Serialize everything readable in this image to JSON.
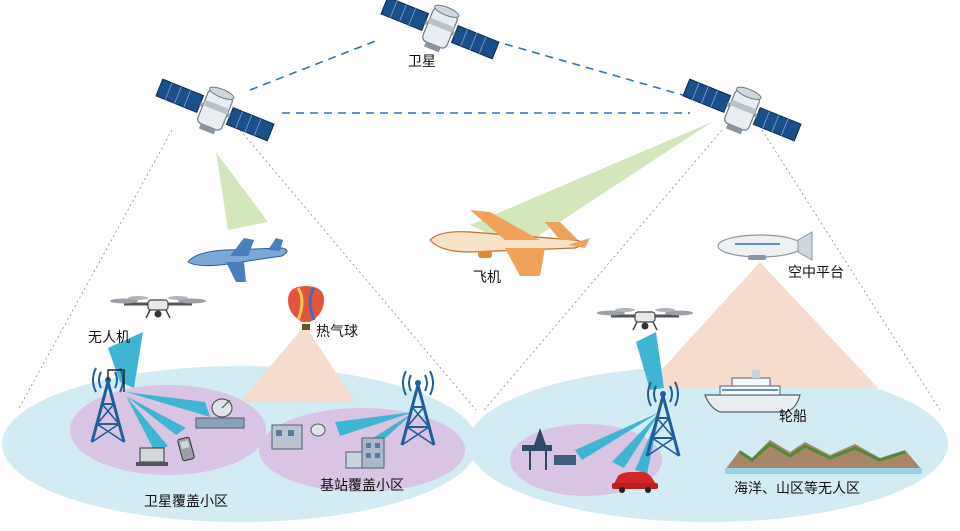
{
  "labels": {
    "satellite": "卫星",
    "aircraft": "飞机",
    "aerial_platform": "空中平台",
    "drone": "无人机",
    "hot_air_balloon": "热气球",
    "ship": "轮船",
    "satellite_cell": "卫星覆盖小区",
    "base_station_cell": "基站覆盖小区",
    "remote_area": "海洋、山区等无人区"
  },
  "colors": {
    "ellipse_fill": "#d3ebf3",
    "cell_fill": "#d9c4e3",
    "satellite_beam": "#cfe3b4",
    "peach_beam": "#f6dccd",
    "radio_beam": "#3fb5d3",
    "link_dash": "#2f73b7",
    "tower": "#1f5f99"
  },
  "icons": {
    "satellite": "satellite-icon",
    "airplane": "airplane-icon",
    "airship": "airship-icon",
    "drone": "drone-icon",
    "balloon": "hot-air-balloon-icon",
    "ship": "ship-icon",
    "tower": "cell-tower-icon",
    "car": "car-icon",
    "phone": "phone-icon",
    "dish": "satellite-dish-icon",
    "building": "building-icon",
    "factory": "factory-icon",
    "mountain": "mountain-icon"
  }
}
